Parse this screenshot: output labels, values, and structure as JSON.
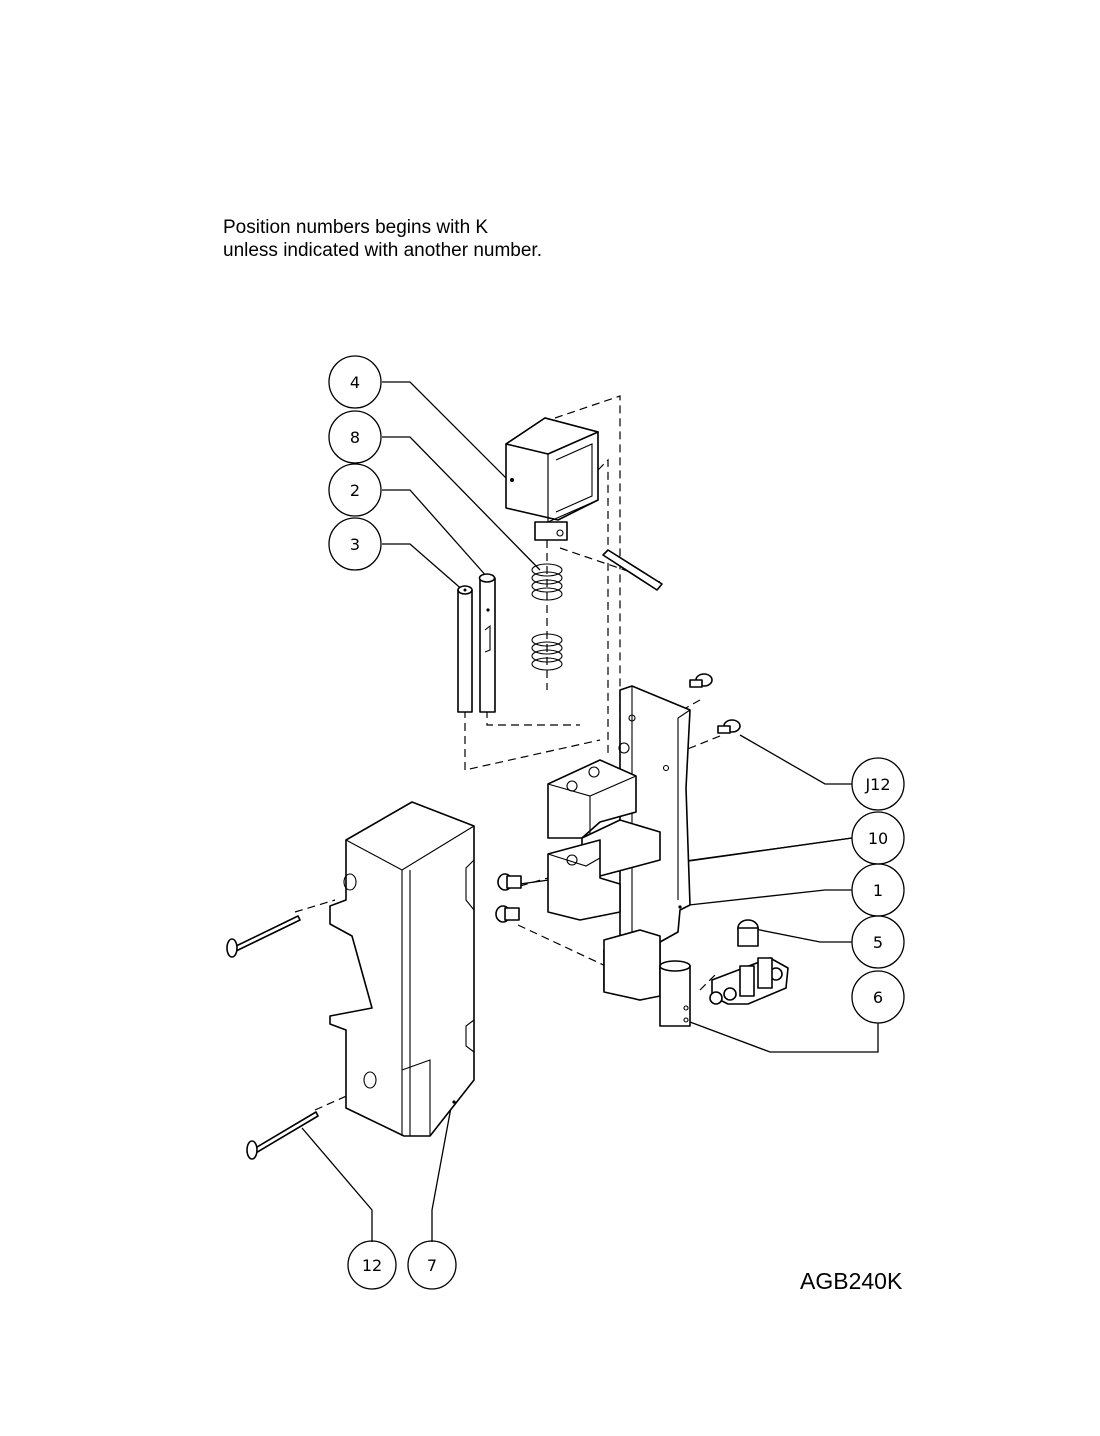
{
  "note": {
    "line1": "Position numbers begins with K",
    "line2": "unless indicated with another number."
  },
  "drawing_code": "AGB240K",
  "balloons": [
    {
      "id": "b4",
      "label": "4"
    },
    {
      "id": "b8",
      "label": "8"
    },
    {
      "id": "b2",
      "label": "2"
    },
    {
      "id": "b3",
      "label": "3"
    },
    {
      "id": "bj12",
      "label": "J12"
    },
    {
      "id": "b10",
      "label": "10"
    },
    {
      "id": "b1",
      "label": "1"
    },
    {
      "id": "b5",
      "label": "5"
    },
    {
      "id": "b6",
      "label": "6"
    },
    {
      "id": "b12",
      "label": "12"
    },
    {
      "id": "b7",
      "label": "7"
    }
  ]
}
